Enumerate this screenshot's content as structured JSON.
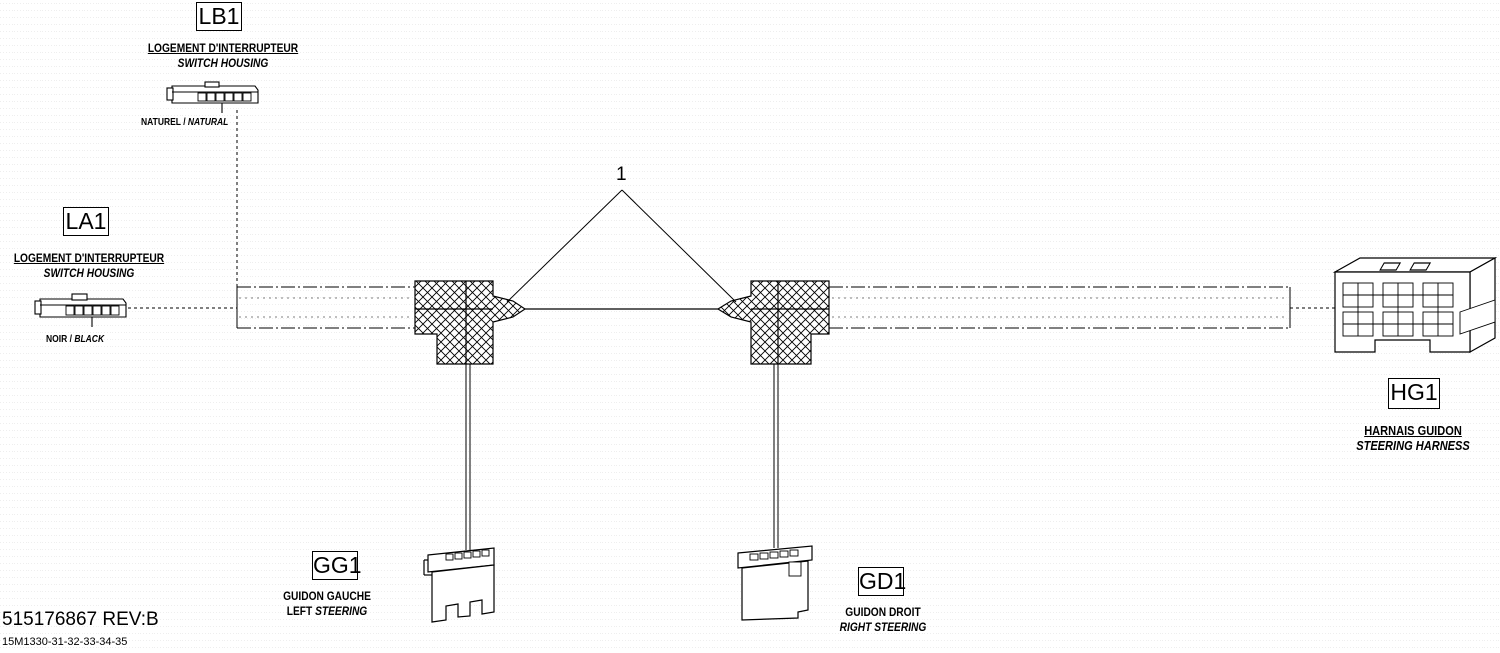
{
  "connectors": {
    "lb1": {
      "tag": "LB1",
      "name_fr": "LOGEMENT D'INTERRUPTEUR",
      "name_en": "SWITCH HOUSING",
      "color_fr": "NATUREL",
      "color_en": "NATURAL"
    },
    "la1": {
      "tag": "LA1",
      "name_fr": "LOGEMENT D'INTERRUPTEUR",
      "name_en": "SWITCH HOUSING",
      "color_fr": "NOIR",
      "color_en": "BLACK"
    },
    "hg1": {
      "tag": "HG1",
      "name_fr": "HARNAIS GUIDON",
      "name_en": "STEERING HARNESS"
    },
    "gg1": {
      "tag": "GG1",
      "name_fr": "GUIDON GAUCHE",
      "name_en_prefix": "LEFT",
      "name_en": "STEERING"
    },
    "gd1": {
      "tag": "GD1",
      "name_fr": "GUIDON DROIT",
      "name_en": "RIGHT STEERING"
    }
  },
  "callout": "1",
  "footer": {
    "part_number": "515176867 REV:B",
    "model_code": "15M1330-31-32-33-34-35"
  }
}
